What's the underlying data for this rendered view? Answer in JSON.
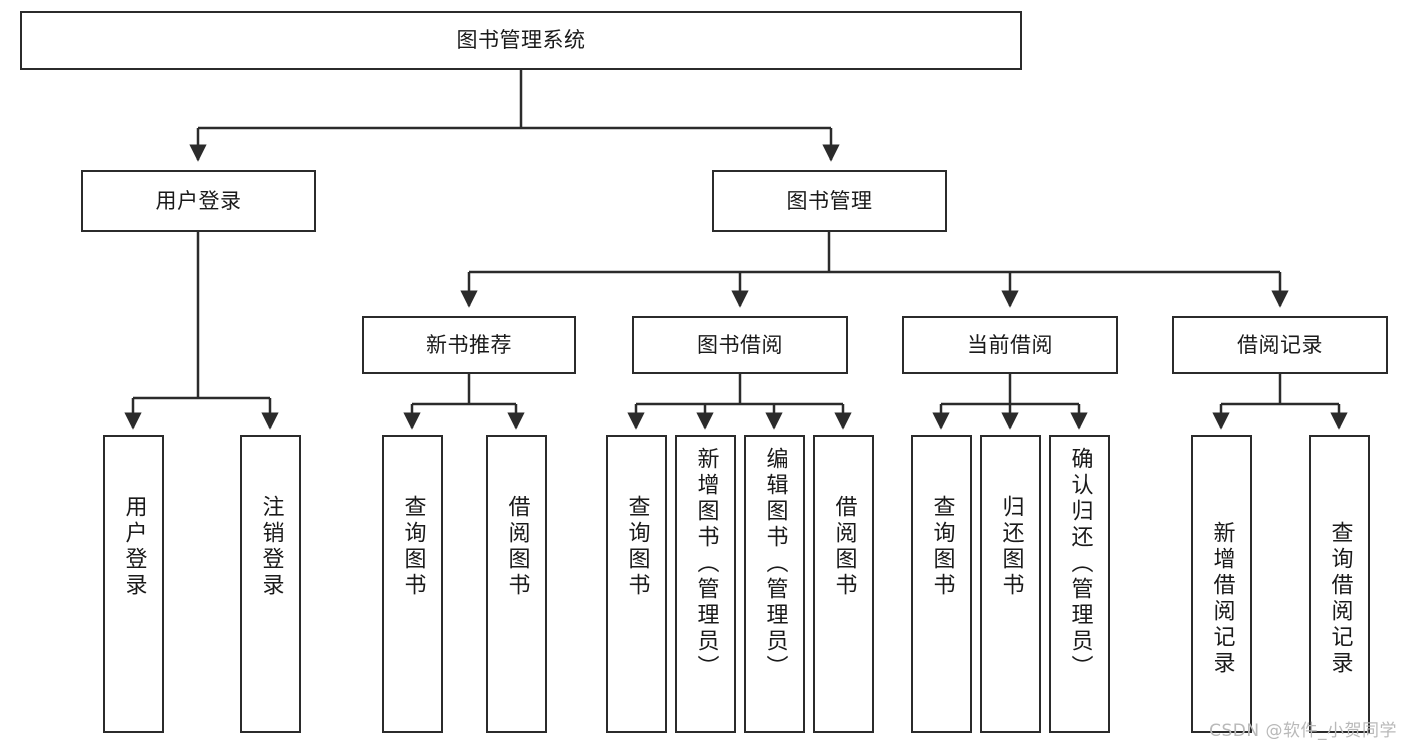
{
  "diagram": {
    "title": "图书管理系统",
    "type": "tree-hierarchy",
    "watermark": "CSDN @软件_小贺同学",
    "colors": {
      "stroke": "#2b2b2b",
      "fill": "#ffffff",
      "text": "#1a1a1a",
      "watermark": "#b9b9b9"
    },
    "root": {
      "label": "图书管理系统"
    },
    "level1": [
      {
        "label": "用户登录"
      },
      {
        "label": "图书管理"
      }
    ],
    "level2": [
      {
        "label": "新书推荐"
      },
      {
        "label": "图书借阅"
      },
      {
        "label": "当前借阅"
      },
      {
        "label": "借阅记录"
      }
    ],
    "leaves": {
      "user_login": [
        {
          "label": "用户登录"
        },
        {
          "label": "注销登录"
        }
      ],
      "new_book_recommend": [
        {
          "label": "查询图书"
        },
        {
          "label": "借阅图书"
        }
      ],
      "book_borrow": [
        {
          "label": "查询图书"
        },
        {
          "label": "新增图书（管理员）"
        },
        {
          "label": "编辑图书（管理员）"
        },
        {
          "label": "借阅图书"
        }
      ],
      "current_borrow": [
        {
          "label": "查询图书"
        },
        {
          "label": "归还图书"
        },
        {
          "label": "确认归还（管理员）"
        }
      ],
      "borrow_record": [
        {
          "label": "新增借阅记录"
        },
        {
          "label": "查询借阅记录"
        }
      ]
    }
  }
}
